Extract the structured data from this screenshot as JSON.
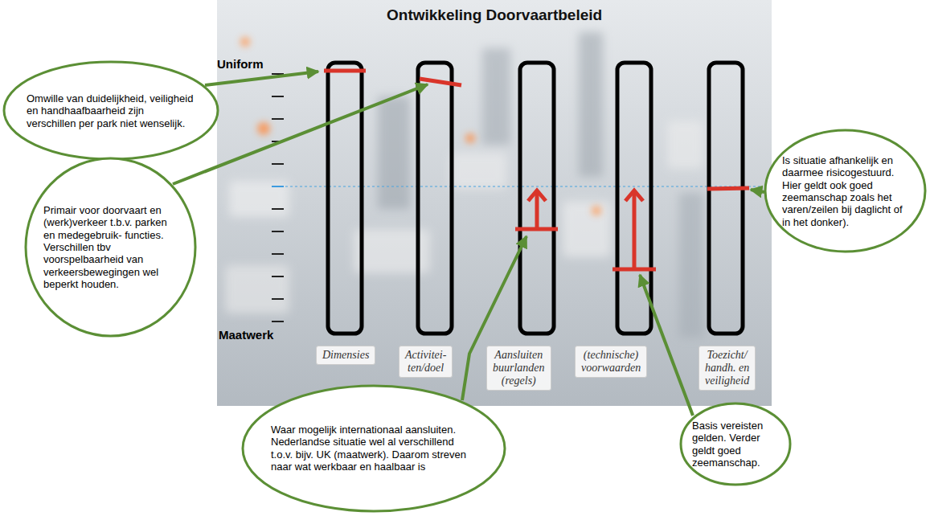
{
  "diagram": {
    "title": "Ontwikkeling Doorvaartbeleid",
    "nodes": [
      {
        "text": [
          "Omwille van duidelijkheid, veiligheid en handhaafbaarheid zijn verschillen per park niet wenselijk."
        ]
      },
      {
        "text": [
          "Is situatie afhankelijk en daarmee risicogestuurd. Hier geldt ook goed zeemanschap zoals het varen/zeilen bij daglicht of in het donker)."
        ]
      },
      {
        "text": [
          "Primair voor doorvaart en (werk)verkeer t.b.v. parken en medegebruik- functies. Verschillen tbv voorspelbaarheid van verkeersbewegingen wel beperkt houden."
        ]
      },
      {
        "text": [
          "Dimensies"
        ]
      },
      {
        "text": [
          "Activitei- ten/doel"
        ]
      },
      {
        "text": [
          "Aansluiten buurlanden (regels)"
        ]
      },
      {
        "text": [
          "(technische) voorwaarden"
        ]
      },
      {
        "text": [
          "Toezicht/ handh. en veiligheid"
        ]
      },
      {
        "text": [
          "Waar mogelijk internationaal aansluiten. Nederlandse situatie wel al verschillend t.o.v. bijv. UK (maatwerk). Daarom streven naar wat werkbaar en haalbaar is"
        ]
      },
      {
        "text": [
          "Basis vereisten gelden. Verder geldt goed zeemanschap."
        ]
      }
    ],
    "labels": [
      "Uniform",
      "Maatwerk"
    ]
  }
}
